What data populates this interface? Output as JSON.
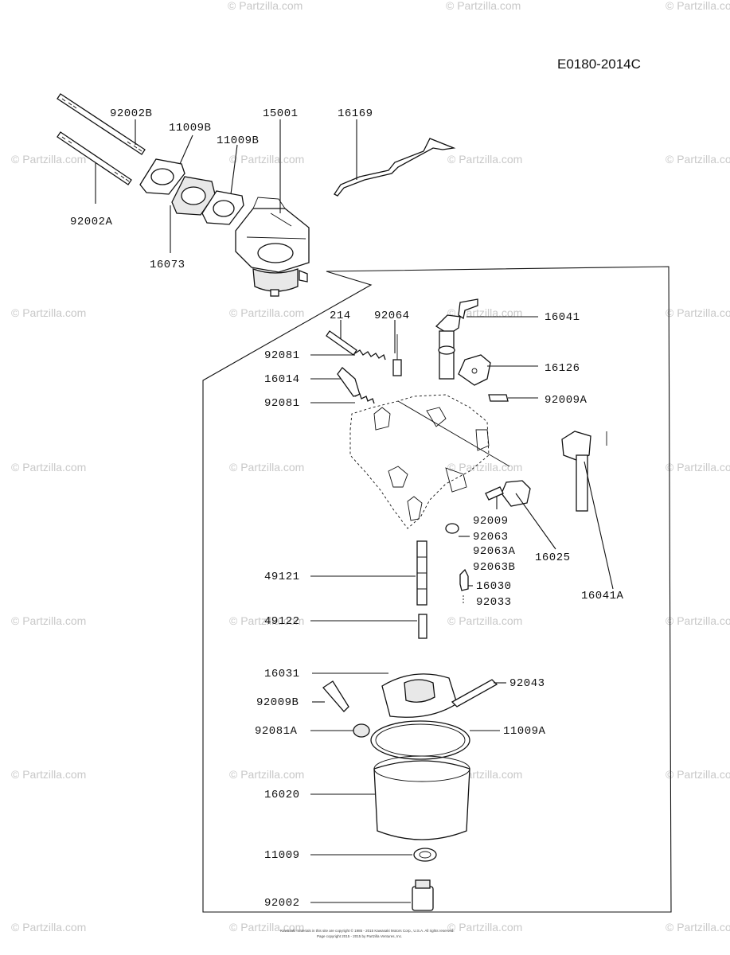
{
  "diagram_code": "E0180-2014C",
  "watermark_text": "© Partzilla.com",
  "footer_line_1": "Kawasaki materials in this site are copyright © 1985 - 2015 Kawasaki Motors Corp., U.S.A. All rights reserved.",
  "footer_line_2": "Page copyright 2015 - 2015 by Partzilla Ventures, Inc.",
  "labels": {
    "p92002B": "92002B",
    "p11009B_a": "11009B",
    "p15001": "15001",
    "p16169": "16169",
    "p11009B_b": "11009B",
    "p92002A": "92002A",
    "p16073": "16073",
    "p214": "214",
    "p92064": "92064",
    "p16041": "16041",
    "p92081_a": "92081",
    "p16126": "16126",
    "p16014": "16014",
    "p92009A": "92009A",
    "p92081_b": "92081",
    "p92009": "92009",
    "p92063": "92063",
    "p92063A": "92063A",
    "p92063B": "92063B",
    "p16025": "16025",
    "p49121": "49121",
    "p16030": "16030",
    "p92033": "92033",
    "p16041A": "16041A",
    "p49122": "49122",
    "p16031": "16031",
    "p92043": "92043",
    "p92009B": "92009B",
    "p92081A": "92081A",
    "p11009A": "11009A",
    "p16020": "16020",
    "p11009": "11009",
    "p92002": "92002"
  }
}
